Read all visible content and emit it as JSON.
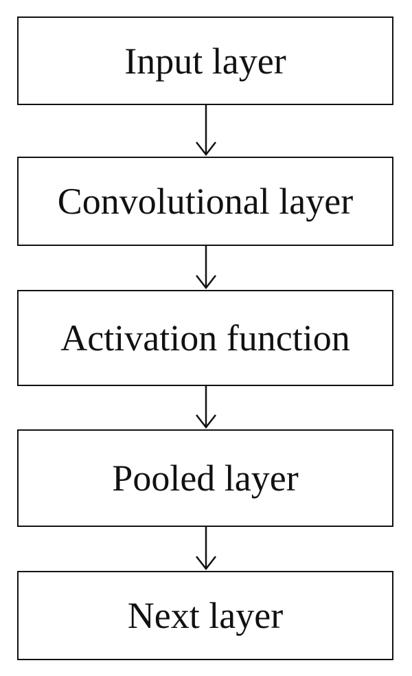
{
  "diagram": {
    "steps": [
      {
        "label": "Input layer"
      },
      {
        "label": "Convolutional layer"
      },
      {
        "label": "Activation function"
      },
      {
        "label": "Pooled layer"
      },
      {
        "label": "Next layer"
      }
    ],
    "colors": {
      "stroke": "#111111",
      "background": "#ffffff"
    }
  }
}
